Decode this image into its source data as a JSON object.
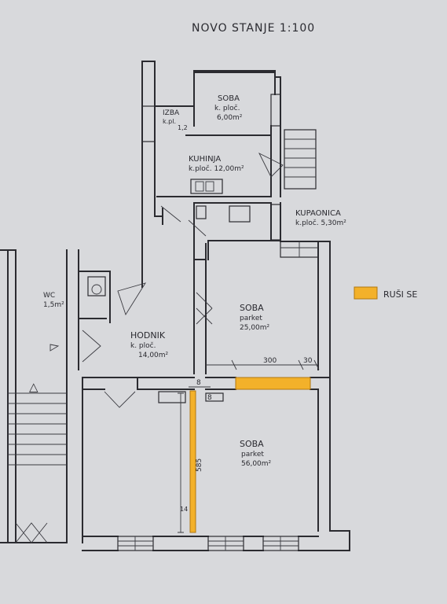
{
  "title": "NOVO STANJE  1:100",
  "legend": {
    "label": "RUŠI SE",
    "color": "#f3b12a"
  },
  "rooms": {
    "soba_small": {
      "name": "SOBA",
      "floor": "k. ploč.",
      "area": "6,00m²"
    },
    "izba": {
      "name": "IZBA",
      "floor": "k.pl.",
      "area": "1,2"
    },
    "kuhinja": {
      "name": "KUHINJA",
      "floor": "k.ploč. 12,00m²"
    },
    "kupaonica": {
      "name": "KUPAONICA",
      "floor": "k.ploč. 5,30m²"
    },
    "wc": {
      "name": "WC",
      "area": "1,5m²"
    },
    "hodnik": {
      "name": "HODNIK",
      "floor": "k. ploč.",
      "area": "14,00m²"
    },
    "soba_mid": {
      "name": "SOBA",
      "floor": "parket",
      "area": "25,00m²"
    },
    "soba_big": {
      "name": "SOBA",
      "floor": "parket",
      "area": "56,00m²"
    }
  },
  "dimensions": {
    "d300": "300",
    "d30": "30",
    "d8a": "8",
    "d8b": "8",
    "d585": "585",
    "d14": "14"
  },
  "stairs_symbol": "△"
}
